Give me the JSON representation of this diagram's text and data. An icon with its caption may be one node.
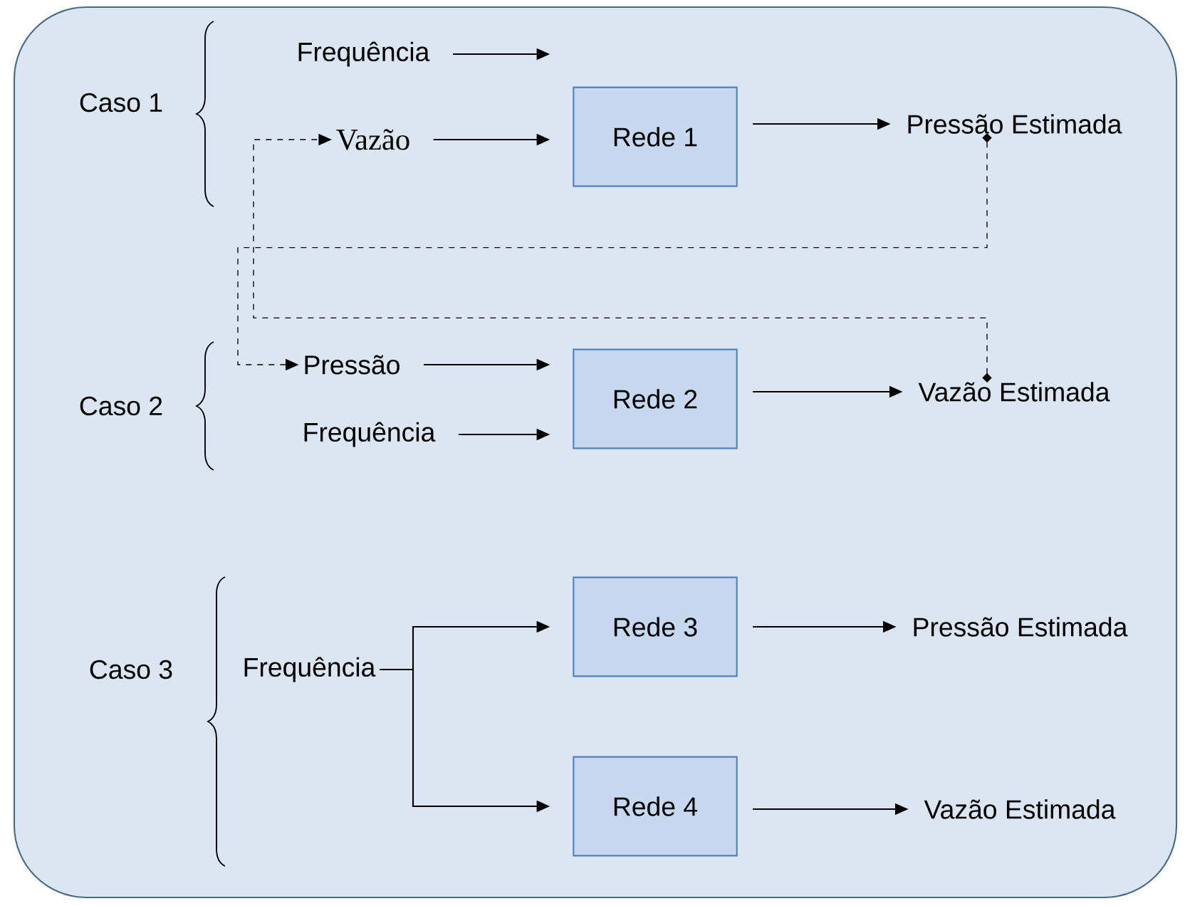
{
  "diagram": {
    "nodes": [
      {
        "text": [
          "Frequência"
        ]
      },
      {
        "text": [
          "Vazão"
        ]
      },
      {
        "text": [
          "Rede 1"
        ]
      },
      {
        "text": [
          "Pressão Estimada"
        ]
      },
      {
        "text": [
          "Pressão"
        ]
      },
      {
        "text": [
          "Frequência"
        ]
      },
      {
        "text": [
          "Rede 2"
        ]
      },
      {
        "text": [
          "Vazão Estimada"
        ]
      },
      {
        "text": [
          "Frequência"
        ]
      },
      {
        "text": [
          "Rede 3"
        ]
      },
      {
        "text": [
          "Pressão Estimada"
        ]
      },
      {
        "text": [
          "Rede 4"
        ]
      },
      {
        "text": [
          "Vazão Estimada"
        ]
      }
    ],
    "edges": [
      {
        "from": 0,
        "to": 2,
        "arrow": "to"
      },
      {
        "from": 1,
        "to": 2,
        "arrow": "to"
      },
      {
        "from": 2,
        "to": 3,
        "arrow": "to"
      },
      {
        "from": 3,
        "to": 4,
        "arrow": "to",
        "style": "dashed"
      },
      {
        "from": 7,
        "to": 1,
        "arrow": "to",
        "style": "dashed"
      },
      {
        "from": 4,
        "to": 6,
        "arrow": "to"
      },
      {
        "from": 5,
        "to": 6,
        "arrow": "to"
      },
      {
        "from": 6,
        "to": 7,
        "arrow": "to"
      },
      {
        "from": 8,
        "to": 9,
        "arrow": "to"
      },
      {
        "from": 8,
        "to": 11,
        "arrow": "to"
      },
      {
        "from": 9,
        "to": 10,
        "arrow": "to"
      },
      {
        "from": 11,
        "to": 12,
        "arrow": "to"
      }
    ],
    "labels": [
      "Caso 1",
      "Caso 2",
      "Caso 3"
    ]
  }
}
